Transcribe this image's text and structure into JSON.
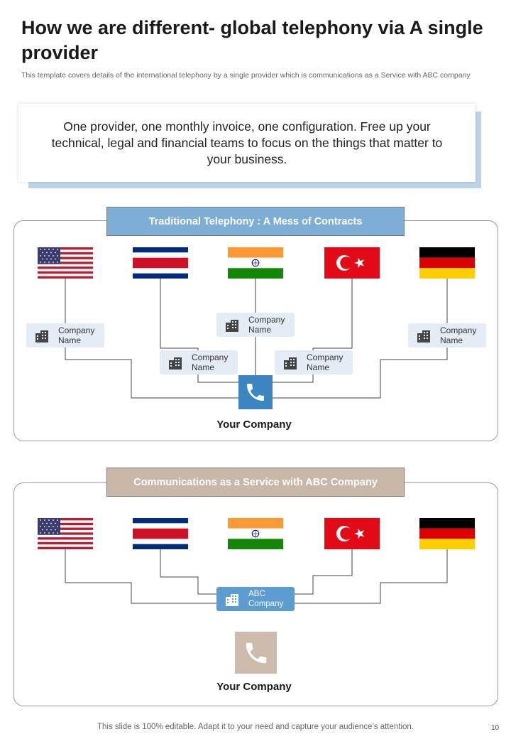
{
  "header": {
    "title": "How we are different- global telephony via A single provider",
    "subtitle": "This template covers details of the international telephony by a single provider which is communications as a Service with ABC company"
  },
  "quote": {
    "text": "One provider, one monthly invoice, one configuration. Free up your technical, legal and financial teams to focus on the things that matter to your business."
  },
  "traditional": {
    "title": "Traditional Telephony : A Mess of Contracts",
    "title_bg": "#7eaed3",
    "companies": [
      {
        "line1": "Company",
        "line2": "Name"
      },
      {
        "line1": "Company",
        "line2": "Name"
      },
      {
        "line1": "Company",
        "line2": "Name"
      },
      {
        "line1": "Company",
        "line2": "Name"
      },
      {
        "line1": "Company",
        "line2": "Name"
      }
    ],
    "your_company": "Your Company",
    "phone_color": "#3a86c1"
  },
  "caas": {
    "title": "Communications as a Service with ABC Company",
    "title_bg": "#c9b7a8",
    "provider": {
      "line1": "ABC",
      "line2": "Company"
    },
    "your_company": "Your Company",
    "phone_color": "#cdbbab"
  },
  "flags": [
    "usa-flag",
    "costa-rica-flag",
    "india-flag",
    "turkey-flag",
    "germany-flag"
  ],
  "footer": {
    "note": "This slide is 100% editable. Adapt it to your need and capture your audience’s attention.",
    "page": "10"
  }
}
